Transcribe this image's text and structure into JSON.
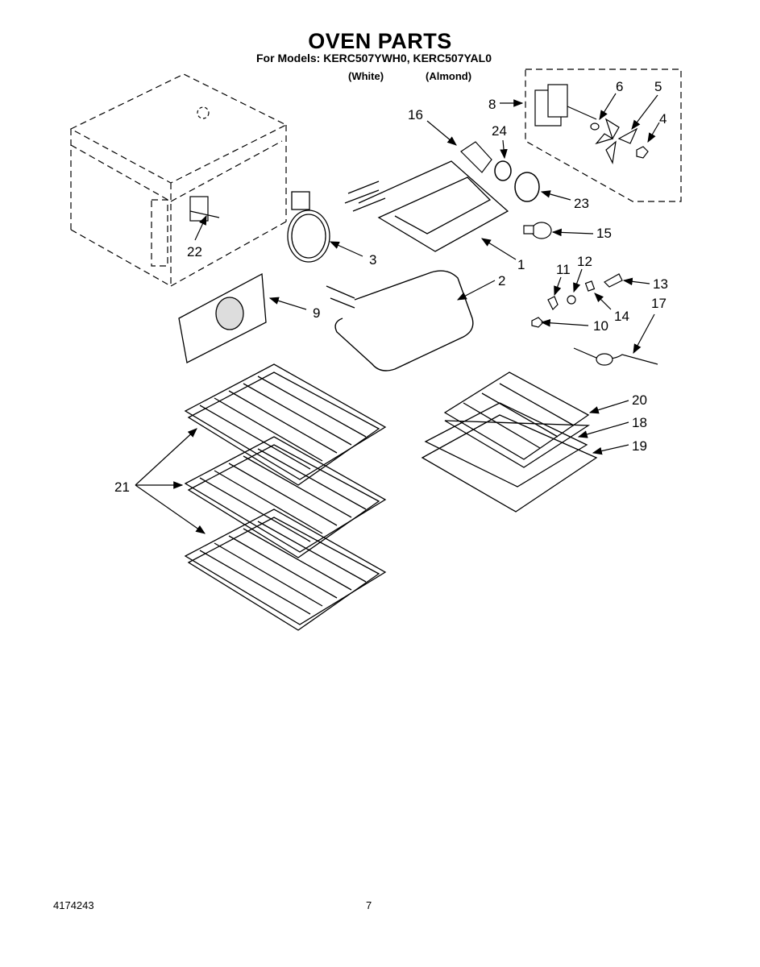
{
  "header": {
    "title": "OVEN PARTS",
    "subtitle": "For Models: KERC507YWH0, KERC507YAL0",
    "variant_white": "(White)",
    "variant_almond": "(Almond)"
  },
  "callouts": [
    "1",
    "2",
    "3",
    "4",
    "5",
    "6",
    "8",
    "9",
    "10",
    "11",
    "12",
    "13",
    "14",
    "15",
    "16",
    "17",
    "18",
    "19",
    "20",
    "21",
    "22",
    "23",
    "24"
  ],
  "footer": {
    "doc_number": "4174243",
    "page_number": "7"
  },
  "colors": {
    "ink": "#000000",
    "paper": "#ffffff"
  }
}
